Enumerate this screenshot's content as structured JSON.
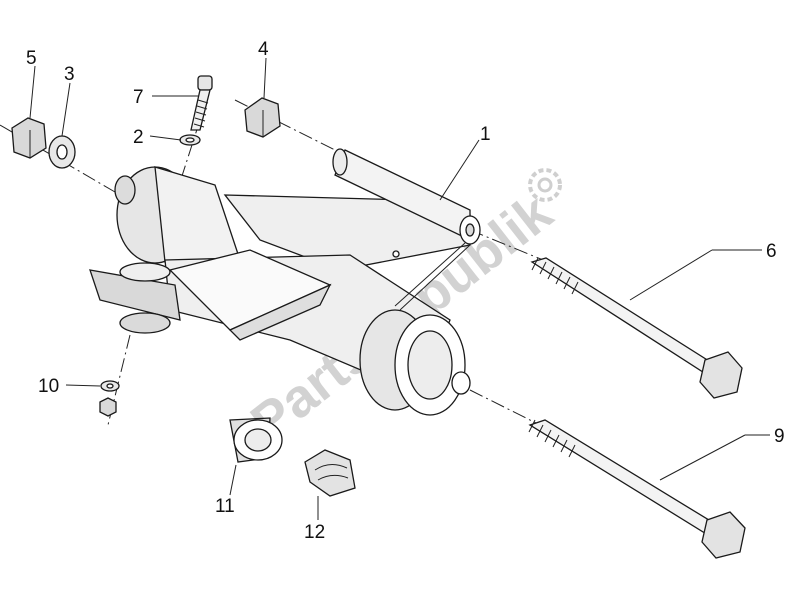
{
  "watermark": "PartsRepublik",
  "colors": {
    "part_fill": "#efefef",
    "part_shade": "#c9c9c9",
    "watermark": "#d2d2d2"
  },
  "callouts": [
    {
      "id": "callout-1",
      "label": "1"
    },
    {
      "id": "callout-2",
      "label": "2"
    },
    {
      "id": "callout-3",
      "label": "3"
    },
    {
      "id": "callout-4",
      "label": "4"
    },
    {
      "id": "callout-5",
      "label": "5"
    },
    {
      "id": "callout-6",
      "label": "6"
    },
    {
      "id": "callout-7",
      "label": "7"
    },
    {
      "id": "callout-9",
      "label": "9"
    },
    {
      "id": "callout-10",
      "label": "10"
    },
    {
      "id": "callout-11",
      "label": "11"
    },
    {
      "id": "callout-12",
      "label": "12"
    }
  ]
}
